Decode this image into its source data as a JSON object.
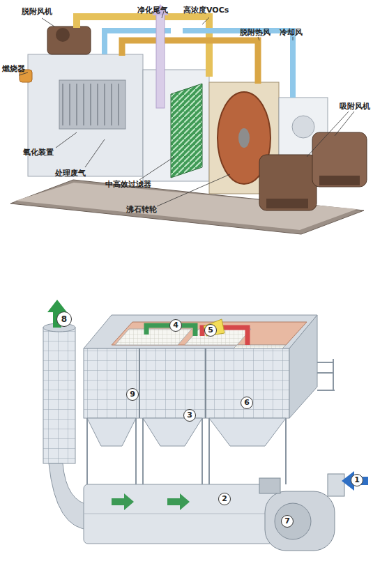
{
  "diagram": {
    "labels": [
      "脱附风机",
      "净化尾气",
      "高浓度VOCs",
      "脱附热风",
      "冷却风",
      "燃烧器",
      "吸附风机",
      "氧化装置",
      "处理废气",
      "中高效过滤器",
      "沸石转轮",
      "8",
      "4",
      "5",
      "9",
      "3",
      "6",
      "1",
      "2",
      "7"
    ]
  }
}
